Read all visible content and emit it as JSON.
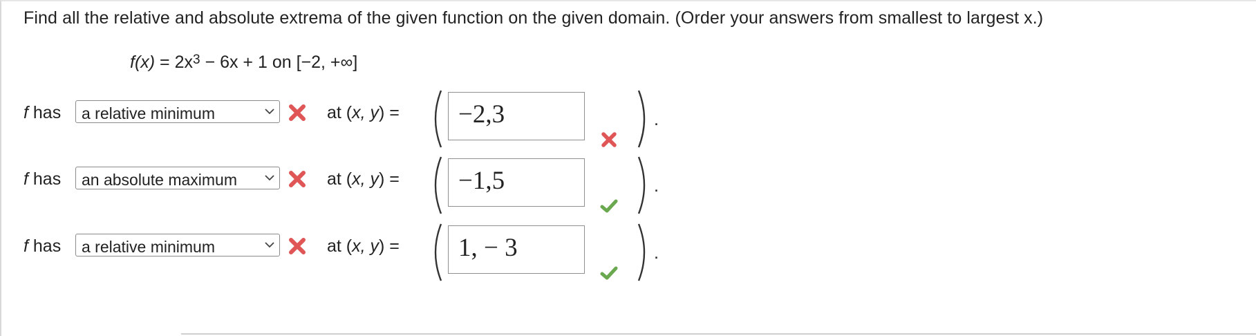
{
  "question": "Find all the relative and absolute extrema of the given function on the given domain. (Order your answers from smallest to largest x.)",
  "formula": {
    "lhs": "f(x)",
    "equals": " = 2x",
    "exponent": "3",
    "rest": " − 6x + 1 on [−2, +∞]"
  },
  "rows": [
    {
      "f_label": "f",
      "has_label": " has",
      "select_value": "a relative minimum",
      "at_label": "at (",
      "xy": "x, y",
      "at_close": ") =",
      "answer": "−2,3",
      "result": "incorrect",
      "period": "."
    },
    {
      "f_label": "f",
      "has_label": " has",
      "select_value": "an absolute maximum",
      "at_label": "at (",
      "xy": "x, y",
      "at_close": ") =",
      "answer": "−1,5",
      "result": "correct",
      "period": "."
    },
    {
      "f_label": "f",
      "has_label": " has",
      "select_value": "a relative minimum",
      "at_label": "at (",
      "xy": "x, y",
      "at_close": ") =",
      "answer": "1, − 3",
      "result": "correct",
      "period": "."
    }
  ],
  "colors": {
    "incorrect": "#e05555",
    "correct": "#6aa84f",
    "border": "#8a8a8a"
  },
  "icons": {
    "select_chevron": "chevron-down-icon",
    "incorrect": "x-icon",
    "correct": "check-icon"
  }
}
